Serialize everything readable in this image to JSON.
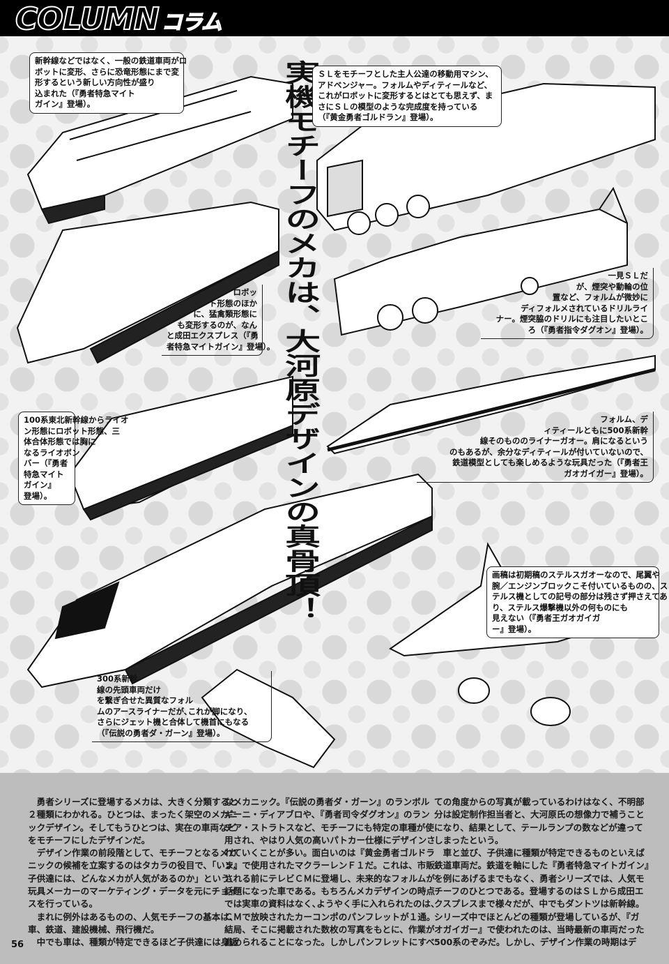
{
  "header": {
    "title": "COLUMN",
    "subtitle": "コラム"
  },
  "headline": "実機モチーフのメカは、大河原デザインの真骨頂！",
  "captions": {
    "mightgaine_express": [
      "新幹線などではなく、一般の鉄道車両がロ",
      "ボットに変形、さらに恐竜形態にまで変",
      "形するという新しい方向性が盛り",
      "込まれた（『勇者特急マイト",
      "ガイン』登場）。"
    ],
    "goldran_sl": [
      "ＳＬをモチーフとした主人公達の移動用マシン、",
      "アドベンジャー。フォルムやディティールなど、",
      "これがロボットに変形するとはとても思えず、ま",
      "さにＳＬの模型のような完成度を持っている",
      "（『黄金勇者ゴルドラン』登場）。"
    ],
    "dagwon_drill": [
      "一見ＳＬだ",
      "が、煙突や動輪の位",
      "置など、フォルムが微妙に",
      "ディフォルメされているドリルライ",
      "ナー。煙突脇のドリルにも注目したいとこ",
      "ろ（『勇者指令ダグオン』登場）。"
    ],
    "narita_express": [
      "ロボッ",
      "ト形態のほか",
      "に、猛禽類形態に",
      "も変形するのが、なん",
      "と成田エクスプレス（『勇",
      "者特急マイトガイン』登場）。"
    ],
    "series100": [
      "100系東北新幹線からライオ",
      "ン形態にロボット形態、三",
      "体合体形態では胸に",
      "なるライオボン",
      "バー（『勇者",
      "特急マイト",
      "ガイン』",
      "登場）。"
    ],
    "liner_gao": [
      "フォルム、デ",
      "ィティールともに500系新幹",
      "線そのもののライナーガオー。肩になるという",
      "のもあるが、余分なディティールが付いていないので、",
      "鉄道模型としても楽しめるような玩具だった（『勇者王",
      "ガオガイガー』登場）。"
    ],
    "stealth_gao": [
      "画稿は初期稿のステルスガオーなので、尾翼や",
      "腕／エンジンブロックこそ付いているものの、ス",
      "テルス機としての記号の部分は残さず押さえてあ",
      "り、ステルス爆撃機以外の何ものにも",
      "見えない（『勇者王ガオガイガ",
      "ー』登場）。"
    ],
    "earth_liner": [
      "300系新幹",
      "線の先頭車両だけ",
      "を繋ぎ合せた異質なフォル",
      "ムのアースライナーだが､これが脚になり､",
      "さらにジェット機と合体して機首にもなる",
      "（『伝説の勇者ダ・ガーン』登場）。"
    ]
  },
  "body": {
    "col1": [
      "　勇者シリーズに登場するメカは、大きく分類すると",
      "２種類にわかれる。ひとつは、まったく架空のメカニ",
      "ックデザイン。そしてもうひとつは、実在の車両など",
      "をモチーフにしたデザインだ。",
      "　デザイン作業の前段階として、モチーフとなるメカ",
      "ニックの候補を立案するのはタカラの役目で、「いま、",
      "子供達には、どんなメカが人気があるのか」という、",
      "玩具メーカーのマーケティング・データを元にチョイ",
      "スを行っている。",
      "　まれに例外はあるものの、人気モチーフの基本は、",
      "車、鉄道、建設機械、飛行機だ。",
      "　中でも車は、種類が特定できるほど子供達には身近"
    ],
    "col2": [
      "なメカニック。『伝説の勇者ダ・ガーン』のランボル",
      "ギーニ・ディアブロや、『勇者司令ダグオン』のラン",
      "チア・ストラトスなど、モチーフにも特定の車種が使",
      "用され、やはり人気の高いパトカー仕様にデザインさ",
      "れていくことが多い。面白いのは『黄金勇者ゴルドラ",
      "ン』で使用されたマクラーレンＦ１だ。これは、市販",
      "される前にテレビＣＭに登場し、未来的なフォルムが",
      "話題になった車である。もちろんメカデザインの時点",
      "では実車の資料はなく､ようやく手に入れられたのは、",
      "ＣＭで放映されたカーコンポのパンフレットが１通。",
      "結局、そこに掲載された数枚の写真をもとに、作業が",
      "進められることになった。しかしパンフレットにすべ"
    ],
    "col3": [
      "ての角度からの写真が載っているわけはなく、不明部",
      "分は設定制作担当者と、大河原氏の想像力で補うこと",
      "になり、結果として、テールランプの数などが違って",
      "しまったという。",
      "　車と並び、子供達に種類が特定できるものといえば",
      "鉄道車両だ。鉄道を軸にした『勇者特急マイトガイン』",
      "を例にあげるまでもなく、勇者シリーズでは、人気モ",
      "チーフのひとつである。登場するのはＳＬから成田エ",
      "クスプレスまで様々だが、中でもダントツは新幹線。",
      "シリーズ中でほとんどの種類が登場しているが、『ガ",
      "オガイガー』で使われたのは、当時最新の車両だった",
      "500系のぞみだ。しかし、デザイン作業の時期はデ"
    ]
  },
  "page_number": "56"
}
